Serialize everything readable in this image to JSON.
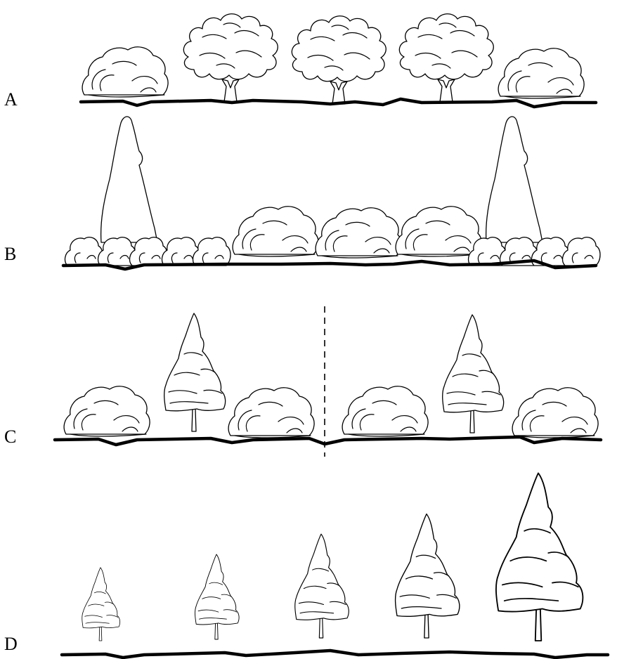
{
  "rows": [
    {
      "label": "A",
      "plants": [
        "shrub",
        "deciduous-tree",
        "deciduous-tree",
        "deciduous-tree",
        "shrub"
      ]
    },
    {
      "label": "B",
      "plants": [
        "tall-conifer",
        "hedge",
        "shrub",
        "shrub",
        "shrub",
        "tall-conifer",
        "hedge"
      ]
    },
    {
      "label": "C",
      "plants": [
        "shrub",
        "conifer",
        "shrub",
        "divider",
        "shrub",
        "conifer",
        "shrub"
      ]
    },
    {
      "label": "D",
      "plants": [
        "conifer-small",
        "conifer",
        "conifer",
        "conifer",
        "conifer-large"
      ]
    }
  ],
  "colors": {
    "ink": "#000000",
    "background": "#ffffff"
  }
}
